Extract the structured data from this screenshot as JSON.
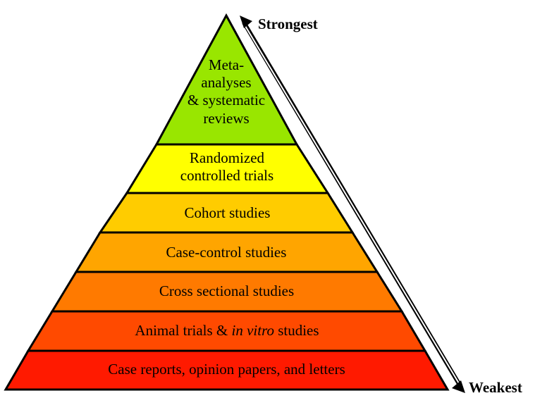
{
  "pyramid": {
    "levels": [
      {
        "lines": [
          "Meta-",
          "analyses",
          "& systematic",
          "reviews"
        ],
        "color": "#99e600"
      },
      {
        "lines": [
          "Randomized",
          "controlled trials"
        ],
        "color": "#ffff00"
      },
      {
        "lines": [
          "Cohort studies"
        ],
        "color": "#ffcc00"
      },
      {
        "lines": [
          "Case-control studies"
        ],
        "color": "#ffa500"
      },
      {
        "lines": [
          "Cross sectional studies"
        ],
        "color": "#ff7a00"
      },
      {
        "lines": [
          "Animal trials & ",
          "in vitro",
          " studies"
        ],
        "color": "#ff4a00"
      },
      {
        "lines": [
          "Case reports, opinion papers, and letters"
        ],
        "color": "#ff1a00"
      }
    ]
  },
  "arrow": {
    "top_label": "Strongest",
    "bottom_label": "Weakest"
  }
}
